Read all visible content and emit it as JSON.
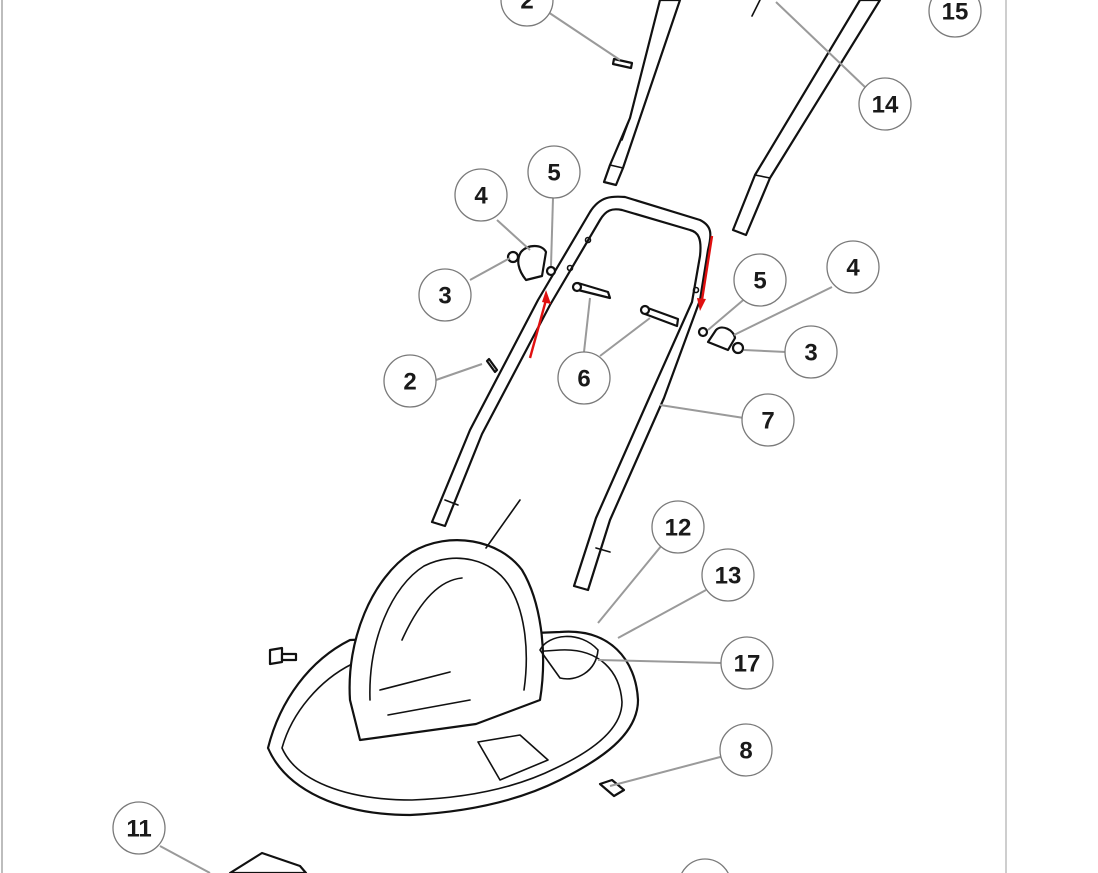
{
  "diagram": {
    "callouts": [
      {
        "id": "c2-top",
        "label": "2"
      },
      {
        "id": "c15",
        "label": "15"
      },
      {
        "id": "c14",
        "label": "14"
      },
      {
        "id": "c5-left",
        "label": "5"
      },
      {
        "id": "c4-left",
        "label": "4"
      },
      {
        "id": "c3-left",
        "label": "3"
      },
      {
        "id": "c5-right",
        "label": "5"
      },
      {
        "id": "c4-right",
        "label": "4"
      },
      {
        "id": "c3-right",
        "label": "3"
      },
      {
        "id": "c2-mid",
        "label": "2"
      },
      {
        "id": "c6",
        "label": "6"
      },
      {
        "id": "c7",
        "label": "7"
      },
      {
        "id": "c12",
        "label": "12"
      },
      {
        "id": "c13",
        "label": "13"
      },
      {
        "id": "c17",
        "label": "17"
      },
      {
        "id": "c8",
        "label": "8"
      },
      {
        "id": "c11",
        "label": "11"
      }
    ]
  }
}
